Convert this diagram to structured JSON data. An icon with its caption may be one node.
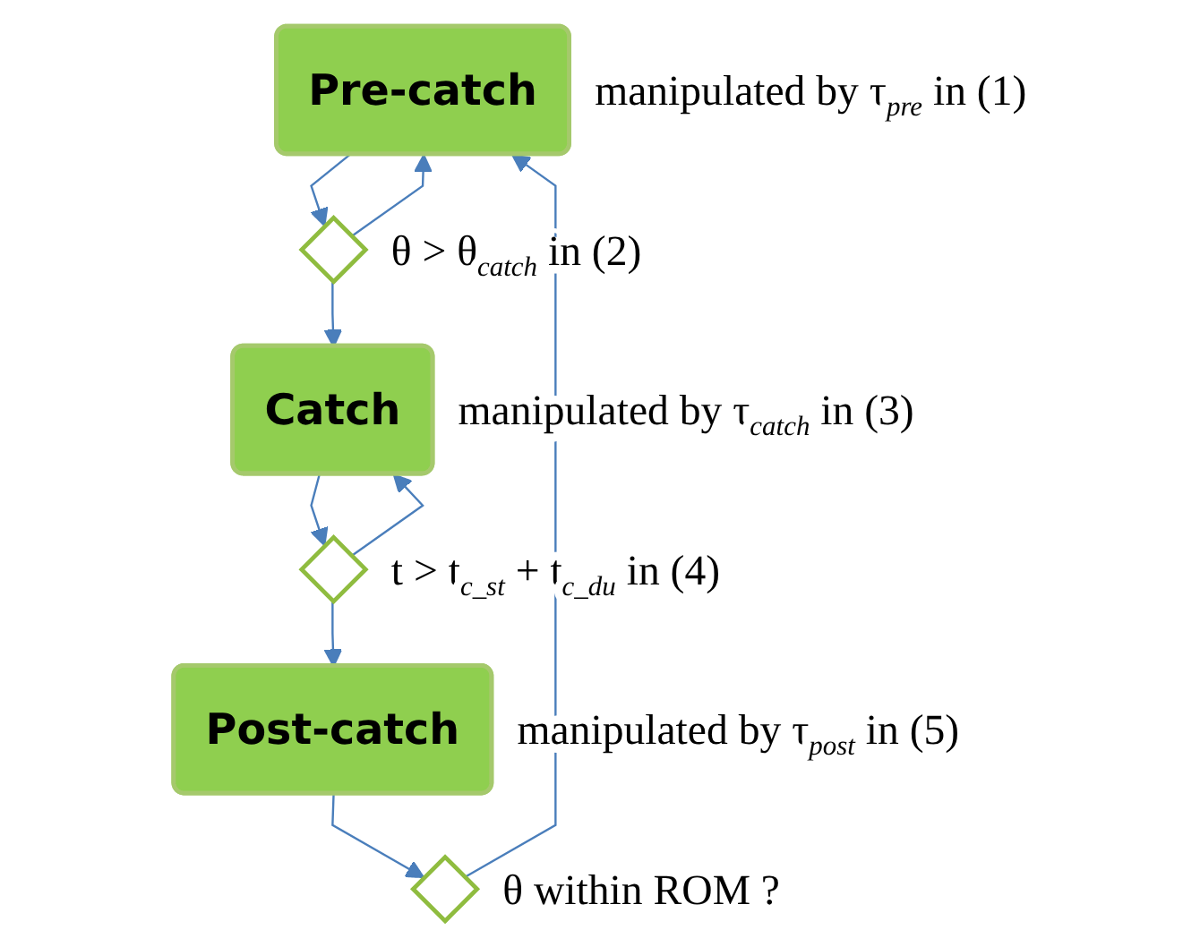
{
  "diagram": {
    "nodes": [
      {
        "text": [
          "Pre-catch"
        ],
        "beside": [
          "manipulated by τ$_{pre}$ in (1)"
        ]
      },
      {
        "text": [],
        "shape": "diamond",
        "beside": [
          "θ > θ$_{catch}$ in (2)"
        ]
      },
      {
        "text": [
          "Catch"
        ],
        "beside": [
          "manipulated by τ$_{catch}$ in (3)"
        ]
      },
      {
        "text": [],
        "shape": "diamond",
        "beside": [
          "t > t$_{c_st}$ + t$_{c_du}$ in (4)"
        ]
      },
      {
        "text": [
          "Post-catch"
        ],
        "beside": [
          "manipulated by τ$_{post}$ in (5)"
        ]
      },
      {
        "text": [],
        "shape": "diamond",
        "beside": [
          "θ within ROM ?"
        ]
      }
    ],
    "edges": [
      {
        "from": 0,
        "to": 1,
        "arrow": "to"
      },
      {
        "from": 1,
        "to": 0,
        "arrow": "to"
      },
      {
        "from": 1,
        "to": 2,
        "arrow": "to"
      },
      {
        "from": 2,
        "to": 3,
        "arrow": "to"
      },
      {
        "from": 3,
        "to": 2,
        "arrow": "to"
      },
      {
        "from": 3,
        "to": 4,
        "arrow": "to"
      },
      {
        "from": 4,
        "to": 5,
        "arrow": "to"
      },
      {
        "from": 5,
        "to": 0,
        "arrow": "to"
      }
    ]
  }
}
